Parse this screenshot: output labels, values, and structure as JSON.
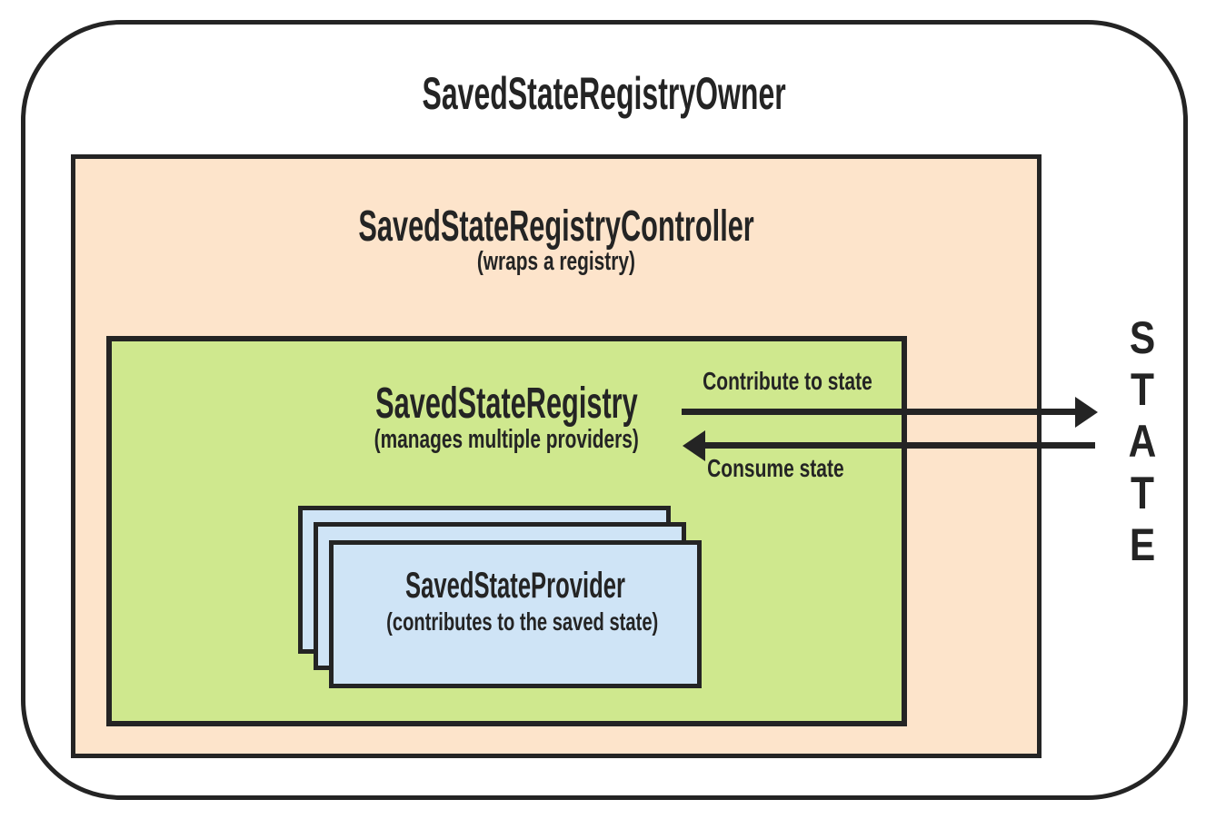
{
  "diagram": {
    "owner": {
      "title": "SavedStateRegistryOwner"
    },
    "controller": {
      "title": "SavedStateRegistryController",
      "subtitle": "(wraps a registry)"
    },
    "registry": {
      "title": "SavedStateRegistry",
      "subtitle": "(manages multiple providers)"
    },
    "provider": {
      "title": "SavedStateProvider",
      "subtitle": "(contributes to the saved state)",
      "stack_count": 3
    },
    "flows": {
      "contribute_label": "Contribute to state",
      "consume_label": "Consume state"
    },
    "state_label": "STATE",
    "colors": {
      "ink": "#242424",
      "controller_fill": "#fde4cb",
      "registry_fill": "#cfe88e",
      "provider_fill": "#cfe4f6"
    }
  }
}
